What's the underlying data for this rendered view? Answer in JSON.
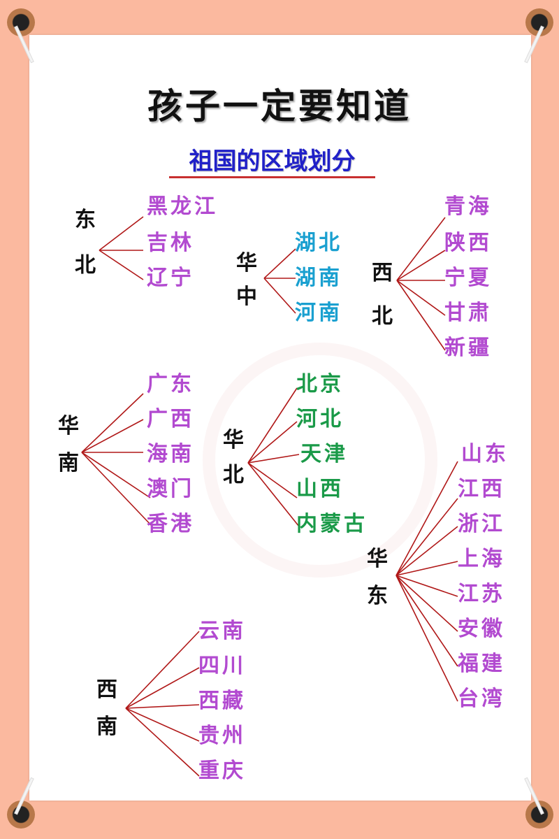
{
  "title": "孩子一定要知道",
  "subtitle": "祖国的区域划分",
  "colors": {
    "background": "#fbb99f",
    "paper": "#ffffff",
    "title": "#111111",
    "subtitle": "#2020c8",
    "subtitle_underline": "#c83030",
    "branch_lines": "#b01818",
    "province_purple": "#b24ad0",
    "province_cyan": "#1aa0d0",
    "province_green": "#1a9a48"
  },
  "regions": {
    "dongbei": {
      "name_top": "东",
      "name_bottom": "北",
      "provinces": [
        "黑龙江",
        "吉林",
        "辽宁"
      ]
    },
    "huazhong": {
      "name_top": "华",
      "name_bottom": "中",
      "provinces": [
        "湖北",
        "湖南",
        "河南"
      ]
    },
    "xibei": {
      "name_top": "西",
      "name_bottom": "北",
      "provinces": [
        "青海",
        "陕西",
        "宁夏",
        "甘肃",
        "新疆"
      ]
    },
    "huanan": {
      "name_top": "华",
      "name_bottom": "南",
      "provinces": [
        "广东",
        "广西",
        "海南",
        "澳门",
        "香港"
      ]
    },
    "huabei": {
      "name_top": "华",
      "name_bottom": "北",
      "provinces": [
        "北京",
        "河北",
        "天津",
        "山西",
        "内蒙古"
      ]
    },
    "huadong": {
      "name_top": "华",
      "name_bottom": "东",
      "provinces": [
        "山东",
        "江西",
        "浙江",
        "上海",
        "江苏",
        "安徽",
        "福建",
        "台湾"
      ]
    },
    "xinan": {
      "name_top": "西",
      "name_bottom": "南",
      "provinces": [
        "云南",
        "四川",
        "西藏",
        "贵州",
        "重庆"
      ]
    }
  }
}
